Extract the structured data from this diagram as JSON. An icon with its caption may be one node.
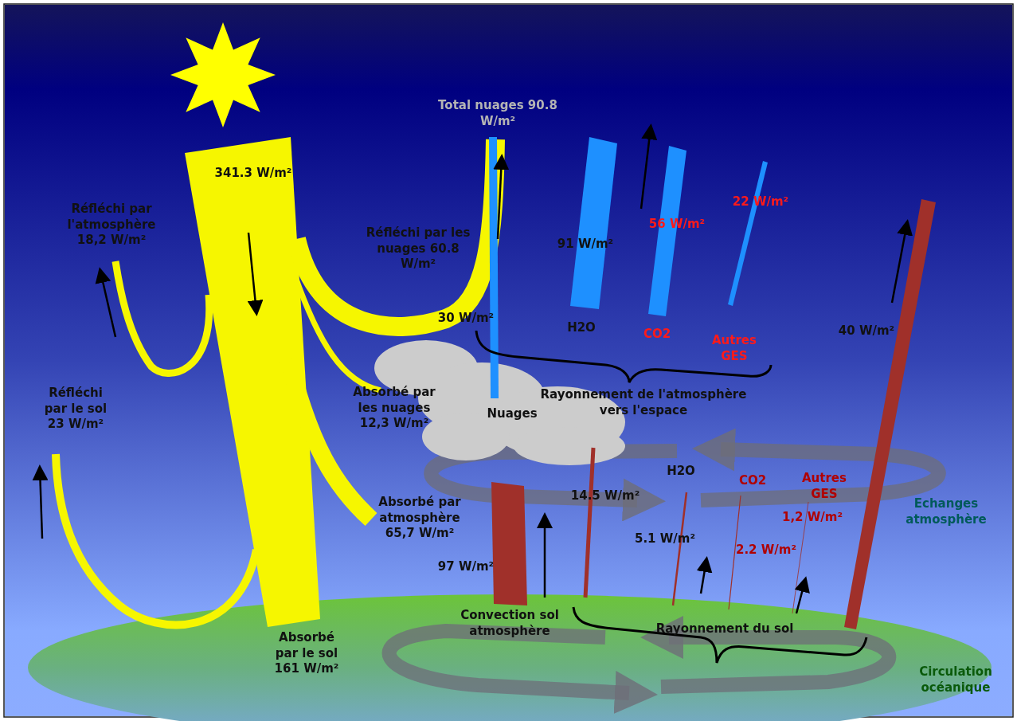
{
  "diagram": {
    "labels": [
      "Total nuages 90.8 W/m²",
      "341.3 W/m²",
      "22 W/m²",
      "56 W/m²",
      "Réfléchi par l'atmosphère 18,2 W/m²",
      "Réfléchi par les nuages 60.8 W/m²",
      "91 W/m²",
      "30 W/m²",
      "H2O",
      "CO2",
      "Autres GES",
      "40 W/m²",
      "Réfléchi par le sol 23 W/m²",
      "Absorbé par les nuages 12,3 W/m²",
      "Nuages",
      "Rayonnement de l'atmosphère vers l'espace",
      "H2O",
      "CO2",
      "Autres GES",
      "14.5 W/m²",
      "Echanges atmosphère",
      "1,2 W/m²",
      "Absorbé par atmosphère 65,7 W/m²",
      "5.1 W/m²",
      "2.2 W/m²",
      "97 W/m²",
      "Convection sol atmosphère",
      "Rayonnement du sol",
      "Absorbé par le sol 161 W/m²",
      "Circulation océanique"
    ]
  }
}
